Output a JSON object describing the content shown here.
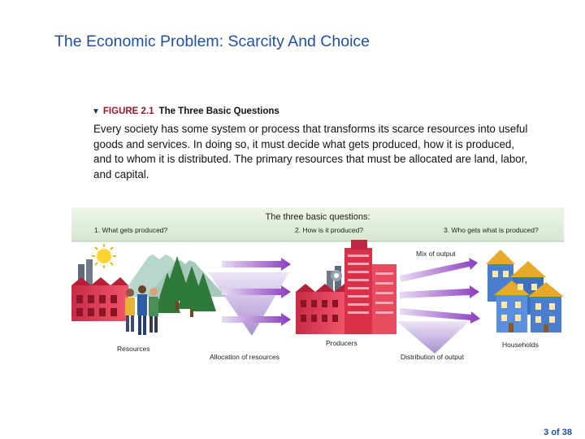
{
  "slide": {
    "title": "The Economic Problem:  Scarcity And Choice",
    "figure_number": "FIGURE 2.1",
    "figure_title": "The Three Basic Questions",
    "description": "Every society has some system or process that transforms its scarce resources into useful goods and services. In doing so, it must decide what gets produced, how it is produced, and to whom it is distributed. The primary resources that must be allocated are land, labor, and capital.",
    "page_indicator": "3 of 38"
  },
  "diagram": {
    "banner_title": "The three basic questions:",
    "question_1": "1. What gets produced?",
    "question_2": "2. How is it produced?",
    "question_3": "3. Who gets what is produced?",
    "label_resources": "Resources",
    "label_allocation": "Allocation of resources",
    "label_producers": "Producers",
    "label_mix": "Mix of output",
    "label_distribution": "Distribution of output",
    "label_households": "Households"
  },
  "colors": {
    "title": "#1f4fa8",
    "figure_number": "#a0152b",
    "banner": "#e4efe0",
    "arrow": "#8a3bbf",
    "funnel": "#b9a6d6",
    "factory": "#e23b52",
    "house": "#4a7fd0"
  }
}
